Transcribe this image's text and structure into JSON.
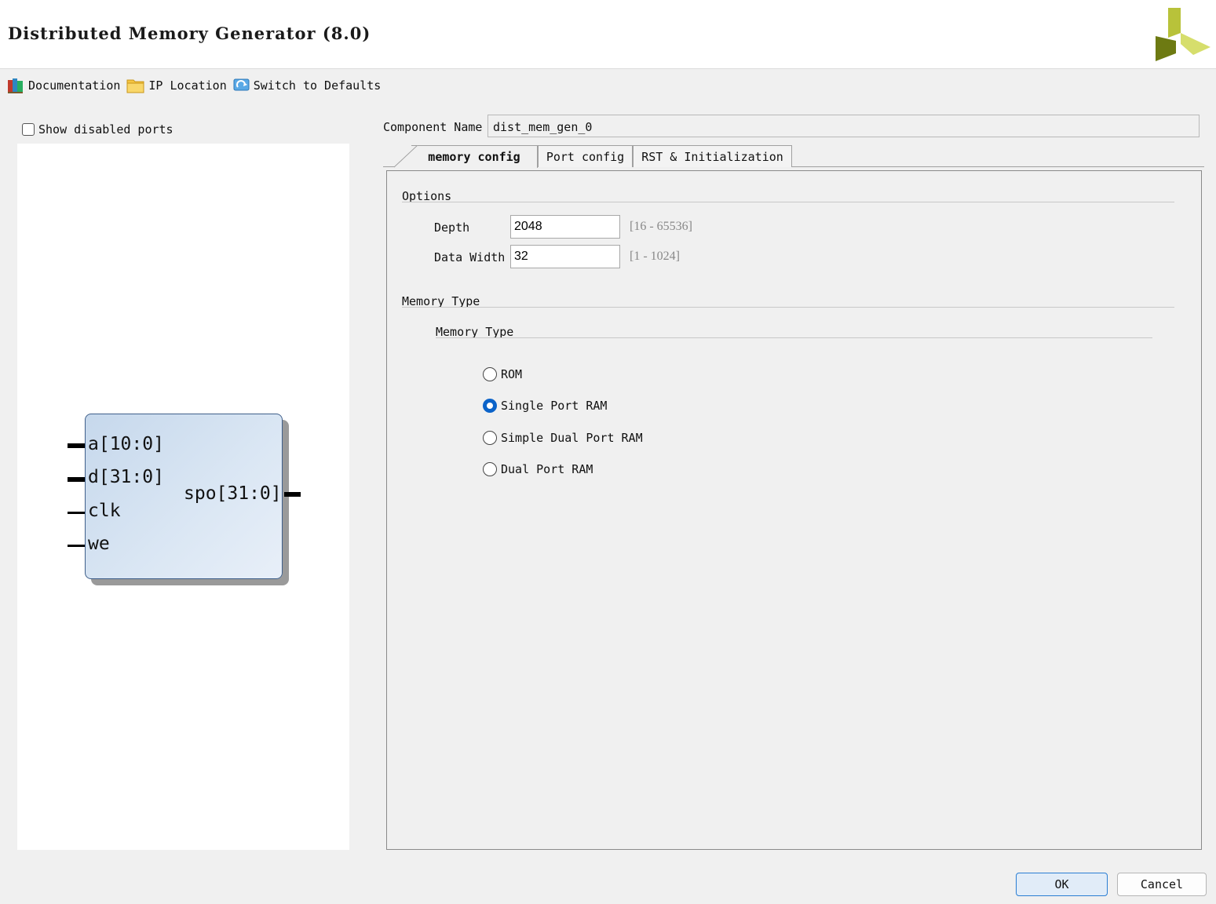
{
  "window": {
    "title": "Distributed Memory Generator (8.0)"
  },
  "toolbar": {
    "documentation": "Documentation",
    "ip_location": "IP Location",
    "switch_defaults": "Switch to Defaults"
  },
  "left_panel": {
    "show_disabled_ports_label": "Show disabled ports",
    "show_disabled_ports_checked": false,
    "symbol": {
      "inputs": [
        "a[10:0]",
        "d[31:0]",
        "clk",
        "we"
      ],
      "output": "spo[31:0]"
    }
  },
  "component": {
    "label": "Component Name",
    "value": "dist_mem_gen_0"
  },
  "tabs": [
    {
      "label": "memory config",
      "active": true
    },
    {
      "label": "Port config",
      "active": false
    },
    {
      "label": "RST & Initialization",
      "active": false
    }
  ],
  "options": {
    "group_title": "Options",
    "depth_label": "Depth",
    "depth_value": "2048",
    "depth_range": "[16 - 65536]",
    "width_label": "Data Width",
    "width_value": "32",
    "width_range": "[1 - 1024]"
  },
  "memory_type": {
    "group_title": "Memory Type",
    "subgroup_title": "Memory Type",
    "options": [
      {
        "label": "ROM",
        "selected": false
      },
      {
        "label": "Single Port RAM",
        "selected": true
      },
      {
        "label": "Simple Dual Port RAM",
        "selected": false
      },
      {
        "label": "Dual Port RAM",
        "selected": false
      }
    ]
  },
  "buttons": {
    "ok": "OK",
    "cancel": "Cancel"
  },
  "colors": {
    "accent": "#0b63c9",
    "logo": "#8a9a1c"
  }
}
